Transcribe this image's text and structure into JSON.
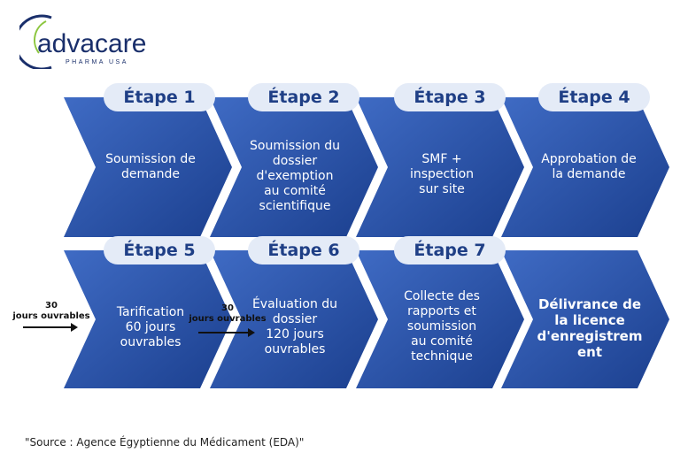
{
  "logo": {
    "brand": "advacare",
    "tagline": "PHARMA USA"
  },
  "steps": [
    {
      "badge": "Étape 1",
      "text": "Soumission de\ndemande"
    },
    {
      "badge": "Étape 2",
      "text": "Soumission du\ndossier\nd'exemption\nau comité\nscientifique"
    },
    {
      "badge": "Étape 3",
      "text": "SMF +\ninspection\nsur site"
    },
    {
      "badge": "Étape 4",
      "text": "Approbation de\nla demande"
    },
    {
      "badge": "Étape 5",
      "text": "Tarification\n60 jours\nouvrables"
    },
    {
      "badge": "Étape 6",
      "text": "Évaluation du\ndossier\n120 jours\nouvrables"
    },
    {
      "badge": "Étape 7",
      "text": "Collecte des\nrapports et\nsoumission\nau comité\ntechnique"
    },
    {
      "badge": "",
      "text": "Délivrance de\nla licence\nd'enregistrem\nent"
    }
  ],
  "notes": [
    {
      "line1": "30",
      "line2": "jours ouvrables"
    },
    {
      "line1": "30",
      "line2": "jours ouvrables"
    }
  ],
  "source": "\"Source : Agence Égyptienne du Médicament (EDA)\"",
  "colors": {
    "chevron_light": "#3f6bc4",
    "chevron_dark": "#1b3f8e",
    "badge_bg": "#e4ebf7",
    "badge_text": "#1f3f86",
    "logo_navy": "#1a2f6b",
    "logo_green": "#8cc63f"
  }
}
